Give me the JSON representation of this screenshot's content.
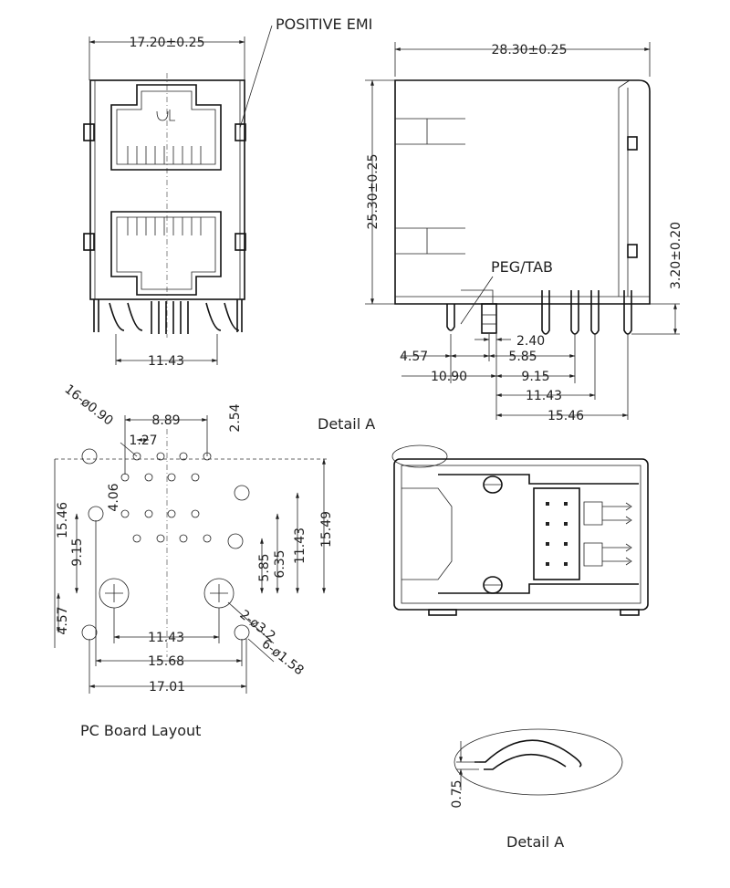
{
  "labels": {
    "positive_emi": "POSITIVE EMI",
    "peg_tab": "PEG/TAB",
    "detail_a_callout": "Detail A",
    "pc_board_layout": "PC Board Layout",
    "detail_a_title": "Detail A"
  },
  "front_view": {
    "width": "17.20±0.25",
    "port_spacing": "11.43"
  },
  "side_view": {
    "length": "28.30±0.25",
    "height": "25.30±0.25",
    "pin_length": "3.20±0.20",
    "dims": {
      "a": "2.40",
      "b": "4.57",
      "c": "5.85",
      "d": "10.90",
      "e": "9.15",
      "f": "11.43",
      "g": "15.46"
    }
  },
  "pcb_layout": {
    "hole_count_small": "16-ø0.90",
    "d_889": "8.89",
    "d_254": "2.54",
    "d_127": "1.27",
    "d_406": "4.06",
    "d_1546": "15.46",
    "d_915": "9.15",
    "d_457": "4.57",
    "d_1549": "15.49",
    "d_1143v": "11.43",
    "d_635": "6.35",
    "d_585": "5.85",
    "d_1143h": "11.43",
    "d_1568": "15.68",
    "d_1701": "17.01",
    "hole_large": "2-ø3.2",
    "hole_mid": "6-ø1.58"
  },
  "detail": {
    "d_075": "0.75"
  }
}
